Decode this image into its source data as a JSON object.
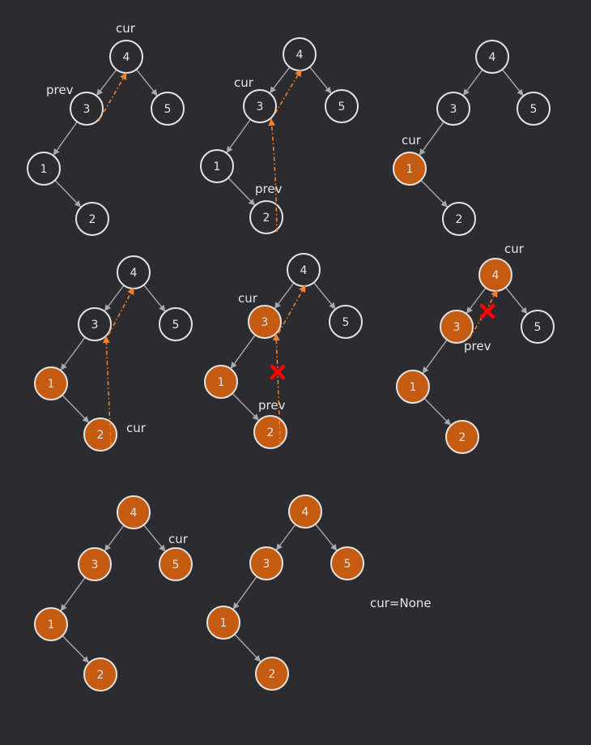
{
  "colors": {
    "background": "#2b2b30",
    "node_stroke": "#e4e4e4",
    "visited_fill": "#c55a11",
    "edge": "#a9a9a9",
    "thread": "#f0812f",
    "cross": "#ff0000",
    "text": "#e6e6e6"
  },
  "final_note": "cur=None",
  "panels": [
    {
      "nodes": [
        {
          "key": "4",
          "label": "4",
          "visited": false
        },
        {
          "key": "3",
          "label": "3",
          "visited": false
        },
        {
          "key": "5",
          "label": "5",
          "visited": false
        },
        {
          "key": "1",
          "label": "1",
          "visited": false
        },
        {
          "key": "2",
          "label": "2",
          "visited": false
        }
      ],
      "edges": [
        [
          "4",
          "3"
        ],
        [
          "4",
          "5"
        ],
        [
          "3",
          "1"
        ],
        [
          "1",
          "2"
        ]
      ],
      "threads": [
        {
          "from": "3",
          "to": "4",
          "broken": false
        }
      ],
      "labels": [
        {
          "text": "cur"
        },
        {
          "text": "prev"
        }
      ]
    },
    {
      "nodes": [
        {
          "key": "4",
          "label": "4",
          "visited": false
        },
        {
          "key": "3",
          "label": "3",
          "visited": false
        },
        {
          "key": "5",
          "label": "5",
          "visited": false
        },
        {
          "key": "1",
          "label": "1",
          "visited": false
        },
        {
          "key": "2",
          "label": "2",
          "visited": false
        }
      ],
      "edges": [
        [
          "4",
          "3"
        ],
        [
          "4",
          "5"
        ],
        [
          "3",
          "1"
        ],
        [
          "1",
          "2"
        ]
      ],
      "threads": [
        {
          "from": "3",
          "to": "4",
          "broken": false
        },
        {
          "from": "2",
          "to": "3",
          "broken": false
        }
      ],
      "labels": [
        {
          "text": "cur"
        },
        {
          "text": "prev"
        }
      ]
    },
    {
      "nodes": [
        {
          "key": "4",
          "label": "4",
          "visited": false
        },
        {
          "key": "3",
          "label": "3",
          "visited": false
        },
        {
          "key": "5",
          "label": "5",
          "visited": false
        },
        {
          "key": "1",
          "label": "1",
          "visited": true
        },
        {
          "key": "2",
          "label": "2",
          "visited": false
        }
      ],
      "edges": [
        [
          "4",
          "3"
        ],
        [
          "4",
          "5"
        ],
        [
          "3",
          "1"
        ],
        [
          "1",
          "2"
        ]
      ],
      "threads": [],
      "labels": [
        {
          "text": "cur"
        }
      ]
    },
    {
      "nodes": [
        {
          "key": "4",
          "label": "4",
          "visited": false
        },
        {
          "key": "3",
          "label": "3",
          "visited": false
        },
        {
          "key": "5",
          "label": "5",
          "visited": false
        },
        {
          "key": "1",
          "label": "1",
          "visited": true
        },
        {
          "key": "2",
          "label": "2",
          "visited": true
        }
      ],
      "edges": [
        [
          "4",
          "3"
        ],
        [
          "4",
          "5"
        ],
        [
          "3",
          "1"
        ],
        [
          "1",
          "2"
        ]
      ],
      "threads": [
        {
          "from": "3",
          "to": "4",
          "broken": false
        },
        {
          "from": "2",
          "to": "3",
          "broken": false
        }
      ],
      "labels": [
        {
          "text": "cur"
        }
      ]
    },
    {
      "nodes": [
        {
          "key": "4",
          "label": "4",
          "visited": false
        },
        {
          "key": "3",
          "label": "3",
          "visited": true
        },
        {
          "key": "5",
          "label": "5",
          "visited": false
        },
        {
          "key": "1",
          "label": "1",
          "visited": true
        },
        {
          "key": "2",
          "label": "2",
          "visited": true
        }
      ],
      "edges": [
        [
          "4",
          "3"
        ],
        [
          "4",
          "5"
        ],
        [
          "3",
          "1"
        ],
        [
          "1",
          "2"
        ]
      ],
      "threads": [
        {
          "from": "3",
          "to": "4",
          "broken": false
        },
        {
          "from": "2",
          "to": "3",
          "broken": true
        }
      ],
      "labels": [
        {
          "text": "cur"
        },
        {
          "text": "prev"
        }
      ]
    },
    {
      "nodes": [
        {
          "key": "4",
          "label": "4",
          "visited": true
        },
        {
          "key": "3",
          "label": "3",
          "visited": true
        },
        {
          "key": "5",
          "label": "5",
          "visited": false
        },
        {
          "key": "1",
          "label": "1",
          "visited": true
        },
        {
          "key": "2",
          "label": "2",
          "visited": true
        }
      ],
      "edges": [
        [
          "4",
          "3"
        ],
        [
          "4",
          "5"
        ],
        [
          "3",
          "1"
        ],
        [
          "1",
          "2"
        ]
      ],
      "threads": [
        {
          "from": "3",
          "to": "4",
          "broken": true
        }
      ],
      "labels": [
        {
          "text": "cur"
        },
        {
          "text": "prev"
        }
      ]
    },
    {
      "nodes": [
        {
          "key": "4",
          "label": "4",
          "visited": true
        },
        {
          "key": "3",
          "label": "3",
          "visited": true
        },
        {
          "key": "5",
          "label": "5",
          "visited": true
        },
        {
          "key": "1",
          "label": "1",
          "visited": true
        },
        {
          "key": "2",
          "label": "2",
          "visited": true
        }
      ],
      "edges": [
        [
          "4",
          "3"
        ],
        [
          "4",
          "5"
        ],
        [
          "3",
          "1"
        ],
        [
          "1",
          "2"
        ]
      ],
      "threads": [],
      "labels": [
        {
          "text": "cur"
        }
      ]
    },
    {
      "nodes": [
        {
          "key": "4",
          "label": "4",
          "visited": true
        },
        {
          "key": "3",
          "label": "3",
          "visited": true
        },
        {
          "key": "5",
          "label": "5",
          "visited": true
        },
        {
          "key": "1",
          "label": "1",
          "visited": true
        },
        {
          "key": "2",
          "label": "2",
          "visited": true
        }
      ],
      "edges": [
        [
          "4",
          "3"
        ],
        [
          "4",
          "5"
        ],
        [
          "3",
          "1"
        ],
        [
          "1",
          "2"
        ]
      ],
      "threads": [],
      "labels": []
    }
  ]
}
